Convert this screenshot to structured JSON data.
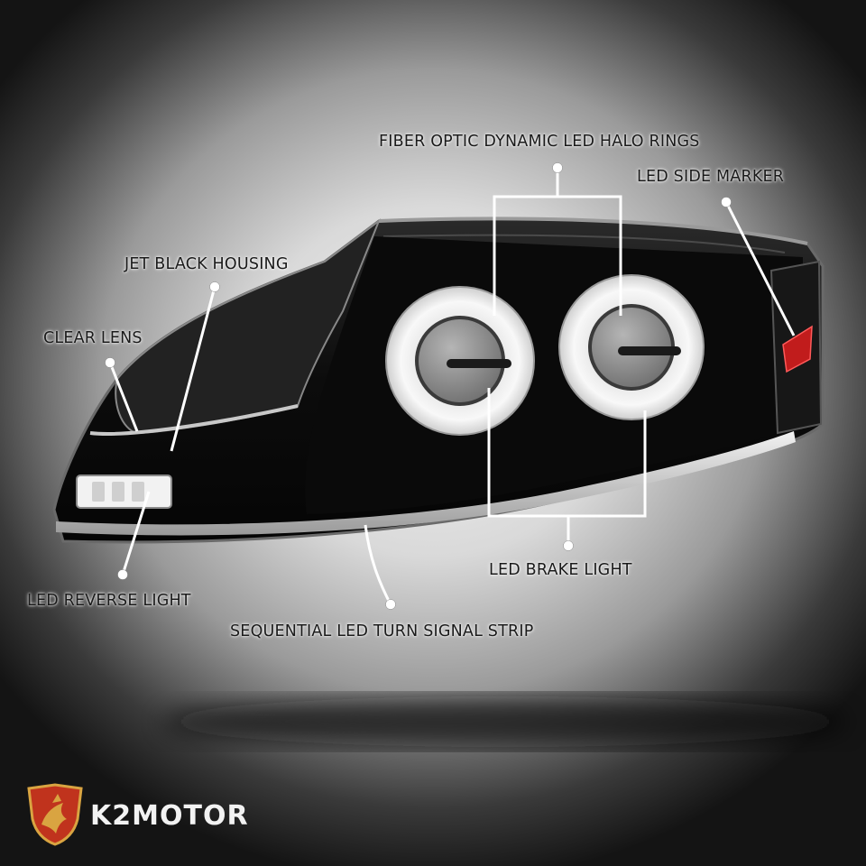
{
  "callouts": {
    "halo_rings": "FIBER OPTIC DYNAMIC LED HALO RINGS",
    "side_marker": "LED SIDE MARKER",
    "housing": "JET BLACK HOUSING",
    "clear_lens": "CLEAR LENS",
    "reverse_light": "LED REVERSE LIGHT",
    "brake_light": "LED BRAKE LIGHT",
    "turn_signal": "SEQUENTIAL LED TURN SIGNAL STRIP"
  },
  "brand": {
    "name": "K2MOTOR",
    "logo_icon": "griffin-shield-icon",
    "colors": {
      "shield": "#c0331d",
      "gold": "#d9a441"
    }
  }
}
